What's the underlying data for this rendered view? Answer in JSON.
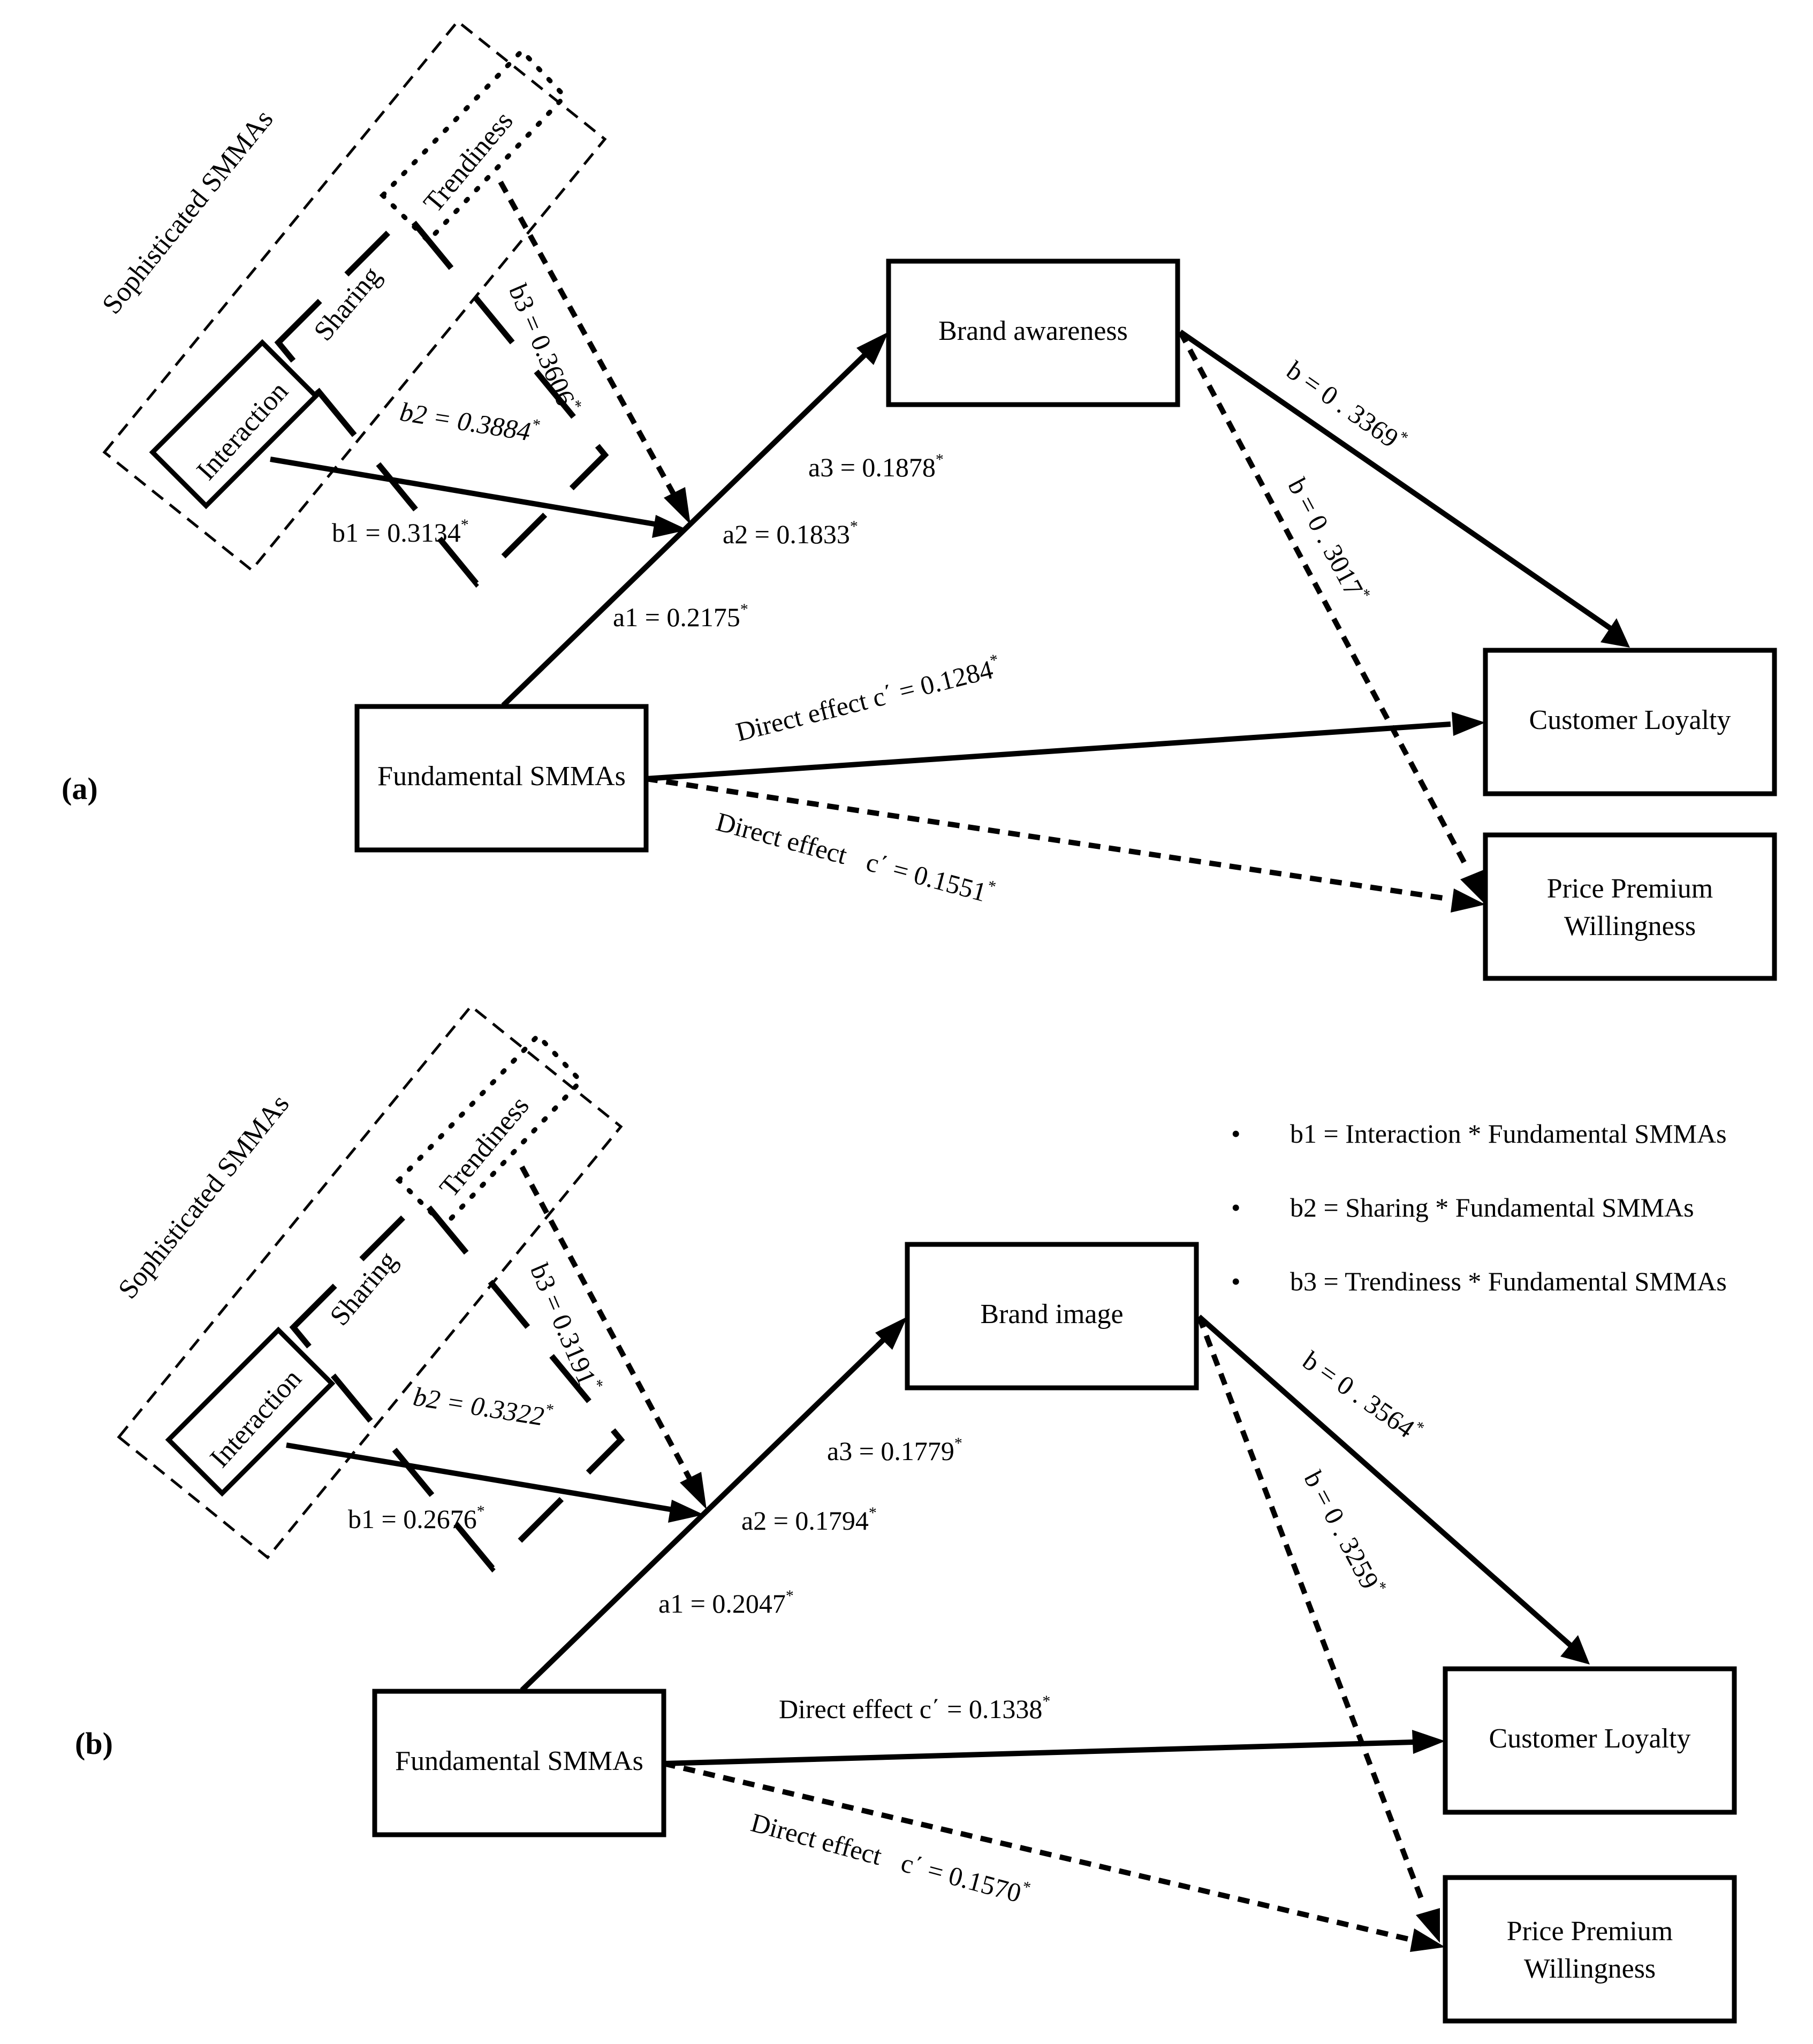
{
  "legend": {
    "bullet": "•",
    "items": [
      "b1 = Interaction * Fundamental SMMAs",
      "b2 = Sharing * Fundamental SMMAs",
      "b3 = Trendiness * Fundamental SMMAs"
    ]
  },
  "panels": [
    {
      "label": "(a)",
      "group_label": "Sophisticated SMMAs",
      "moderators": [
        "Interaction",
        "Sharing",
        "Trendiness"
      ],
      "predictor": "Fundamental SMMAs",
      "mediator": "Brand awareness",
      "outcomes": [
        "Customer Loyalty",
        "Price Premium",
        "Willingness"
      ],
      "coefficients": {
        "b1": "b1 = 0.3134",
        "b2": "b2 = 0.3884",
        "b3": "b3 = 0.3606",
        "a1": "a1 = 0.2175",
        "a2": "a2 = 0.1833",
        "a3": "a3 = 0.1878",
        "b_loyalty": "b = 0 . 3369",
        "b_price": "b = 0 . 3017",
        "direct_loyalty": "Direct effect   c΄ = 0.1284",
        "direct_price_label": "Direct effect",
        "direct_price_value": "c΄ = 0.1551"
      },
      "significance_mark": "*"
    },
    {
      "label": "(b)",
      "group_label": "Sophisticated SMMAs",
      "moderators": [
        "Interaction",
        "Sharing",
        "Trendiness"
      ],
      "predictor": "Fundamental SMMAs",
      "mediator": "Brand image",
      "outcomes": [
        "Customer Loyalty",
        "Price Premium",
        "Willingness"
      ],
      "coefficients": {
        "b1": "b1 = 0.2676",
        "b2": "b2 = 0.3322",
        "b3": "b3 = 0.3191",
        "a1": "a1 = 0.2047",
        "a2": "a2 = 0.1794",
        "a3": "a3 = 0.1779",
        "b_loyalty": "b = 0 . 3564",
        "b_price": "b = 0 . 3259",
        "direct_loyalty": "Direct effect   c΄ = 0.1338",
        "direct_price_label": "Direct effect",
        "direct_price_value": "c΄ = 0.1570"
      },
      "significance_mark": "*"
    }
  ]
}
